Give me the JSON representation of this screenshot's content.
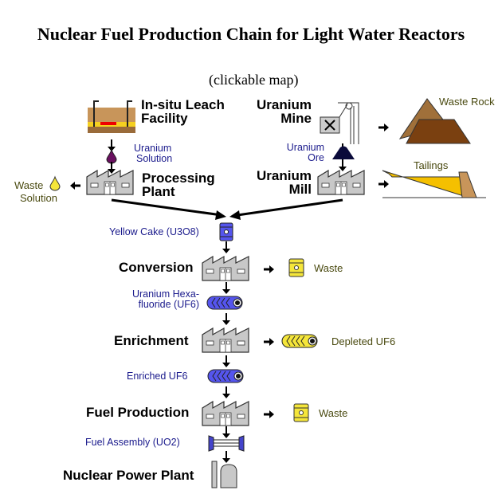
{
  "title": "Nuclear Fuel Production Chain for Light Water Reactors",
  "subtitle": "(clickable map)",
  "stages": {
    "insitu": [
      "In-situ Leach",
      "Facility"
    ],
    "mine": [
      "Uranium",
      "Mine"
    ],
    "processing": [
      "Processing",
      "Plant"
    ],
    "mill": [
      "Uranium",
      "Mill"
    ],
    "conversion": "Conversion",
    "enrichment": "Enrichment",
    "fuel_production": "Fuel Production",
    "power_plant": "Nuclear Power Plant"
  },
  "products": {
    "uranium_solution": [
      "Uranium",
      "Solution"
    ],
    "uranium_ore": [
      "Uranium",
      "Ore"
    ],
    "yellow_cake": "Yellow Cake (U3O8)",
    "uf6": [
      "Uranium Hexa-",
      "fluoride (UF6)"
    ],
    "enriched_uf6": "Enriched UF6",
    "fuel_assembly": "Fuel Assembly (UO2)"
  },
  "wastes": {
    "waste_solution": [
      "Waste",
      "Solution"
    ],
    "waste_rock": "Waste Rock",
    "tailings": "Tailings",
    "conversion_waste": "Waste",
    "depleted_uf6": "Depleted UF6",
    "fuel_waste": "Waste"
  },
  "colors": {
    "product_text": "#1a1a8c",
    "waste_text": "#4a4a10",
    "uf6_blue": "#5555ee",
    "waste_yellow": "#f5e63a"
  }
}
